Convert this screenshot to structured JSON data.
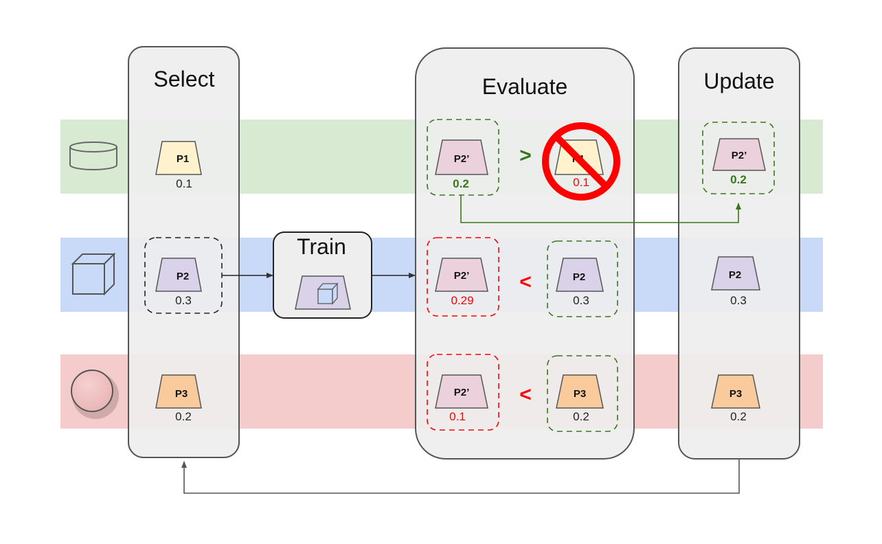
{
  "colors": {
    "green_band": "#d9ead3",
    "blue_band": "#c9daf8",
    "red_band": "#f4cccc",
    "panel_fill": "#eeeeee",
    "panel_stroke": "#555555",
    "p1_fill": "#fff2cc",
    "p2_fill": "#d9d2e9",
    "p2prime_fill": "#ead1dc",
    "p3_fill": "#f9cb9c",
    "better": "#38761d",
    "worse": "#ff0000",
    "neutral": "#222222",
    "arrow": "#555555"
  },
  "select": {
    "title": "Select",
    "items": [
      {
        "label": "P1",
        "score": "0.1"
      },
      {
        "label": "P2",
        "score": "0.3"
      },
      {
        "label": "P3",
        "score": "0.2"
      }
    ]
  },
  "train": {
    "title": "Train"
  },
  "evaluate": {
    "title": "Evaluate",
    "rows": [
      {
        "candidate_label": "P2’",
        "candidate_score": "0.2",
        "comparator": ">",
        "incumbent_label": "P1",
        "incumbent_score": "0.1"
      },
      {
        "candidate_label": "P2’",
        "candidate_score": "0.29",
        "comparator": "<",
        "incumbent_label": "P2",
        "incumbent_score": "0.3"
      },
      {
        "candidate_label": "P2’",
        "candidate_score": "0.1",
        "comparator": "<",
        "incumbent_label": "P3",
        "incumbent_score": "0.2"
      }
    ]
  },
  "update": {
    "title": "Update",
    "items": [
      {
        "label": "P2’",
        "score": "0.2"
      },
      {
        "label": "P2",
        "score": "0.3"
      },
      {
        "label": "P3",
        "score": "0.2"
      }
    ]
  },
  "row_icons": [
    "database-cylinder-icon",
    "cube-icon",
    "sphere-icon"
  ]
}
